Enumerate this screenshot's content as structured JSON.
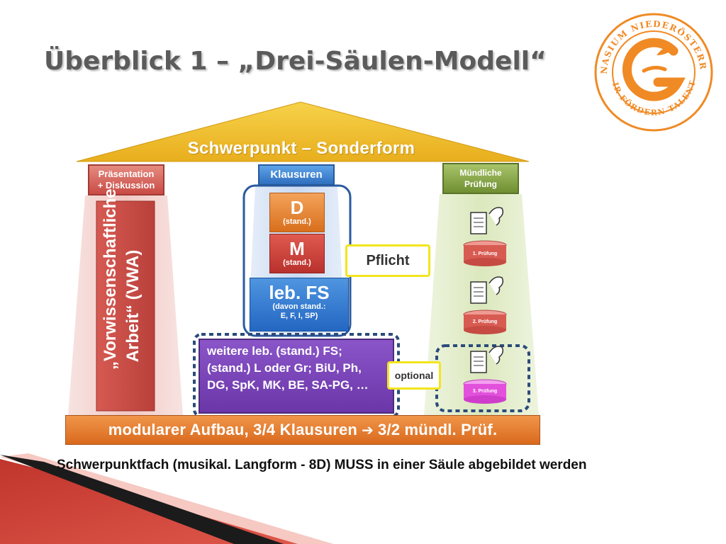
{
  "slide": {
    "title": "Überblick 1 – „Drei-Säulen-Modell“",
    "caption": "Schwerpunktfach (musikal. Langform - 8D) MUSS in einer Säule abgebildet werden"
  },
  "logo": {
    "top_text": "GYMNASIUM NIEDERÖSTERREICH",
    "bottom_text": "WIR FÖRDERN TALENTE",
    "color": "#f08a24"
  },
  "diagram": {
    "roof": "Schwerpunkt – Sonderform",
    "pillars": {
      "left": {
        "head_line1": "Präsentation",
        "head_line2": "+ Diskussion",
        "body_line1": "„Vorwissenschaftliche",
        "body_line2": "Arbeit“ (VWA)",
        "color": "#c94b45"
      },
      "middle": {
        "head": "Klausuren",
        "boxes": [
          {
            "main": "D",
            "sub": "(stand.)"
          },
          {
            "main": "M",
            "sub": "(stand.)"
          },
          {
            "main": "leb. FS",
            "sub_line1": "(davon stand.:",
            "sub_line2": "E, F, I, SP)"
          }
        ],
        "color": "#2f6fbf"
      },
      "right": {
        "head_line1": "Mündliche",
        "head_line2": "Prüfung",
        "exams": [
          "1. Prüfung",
          "2. Prüfung",
          "3. Prüfung"
        ],
        "color": "#6f8f32"
      }
    },
    "pflicht": "Pflicht",
    "optional": "optional",
    "weitere": {
      "line1": "weitere leb. (stand.) FS;",
      "line2": "(stand.) L oder Gr; BiU, Ph,",
      "line3": "DG, SpK, MK, BE, SA-PG, …"
    },
    "base": {
      "part1": "modularer Aufbau, 3/4 Klausuren",
      "arrow_icon": "right-arrow",
      "part2": "3/2 mündl. Prüf."
    }
  }
}
